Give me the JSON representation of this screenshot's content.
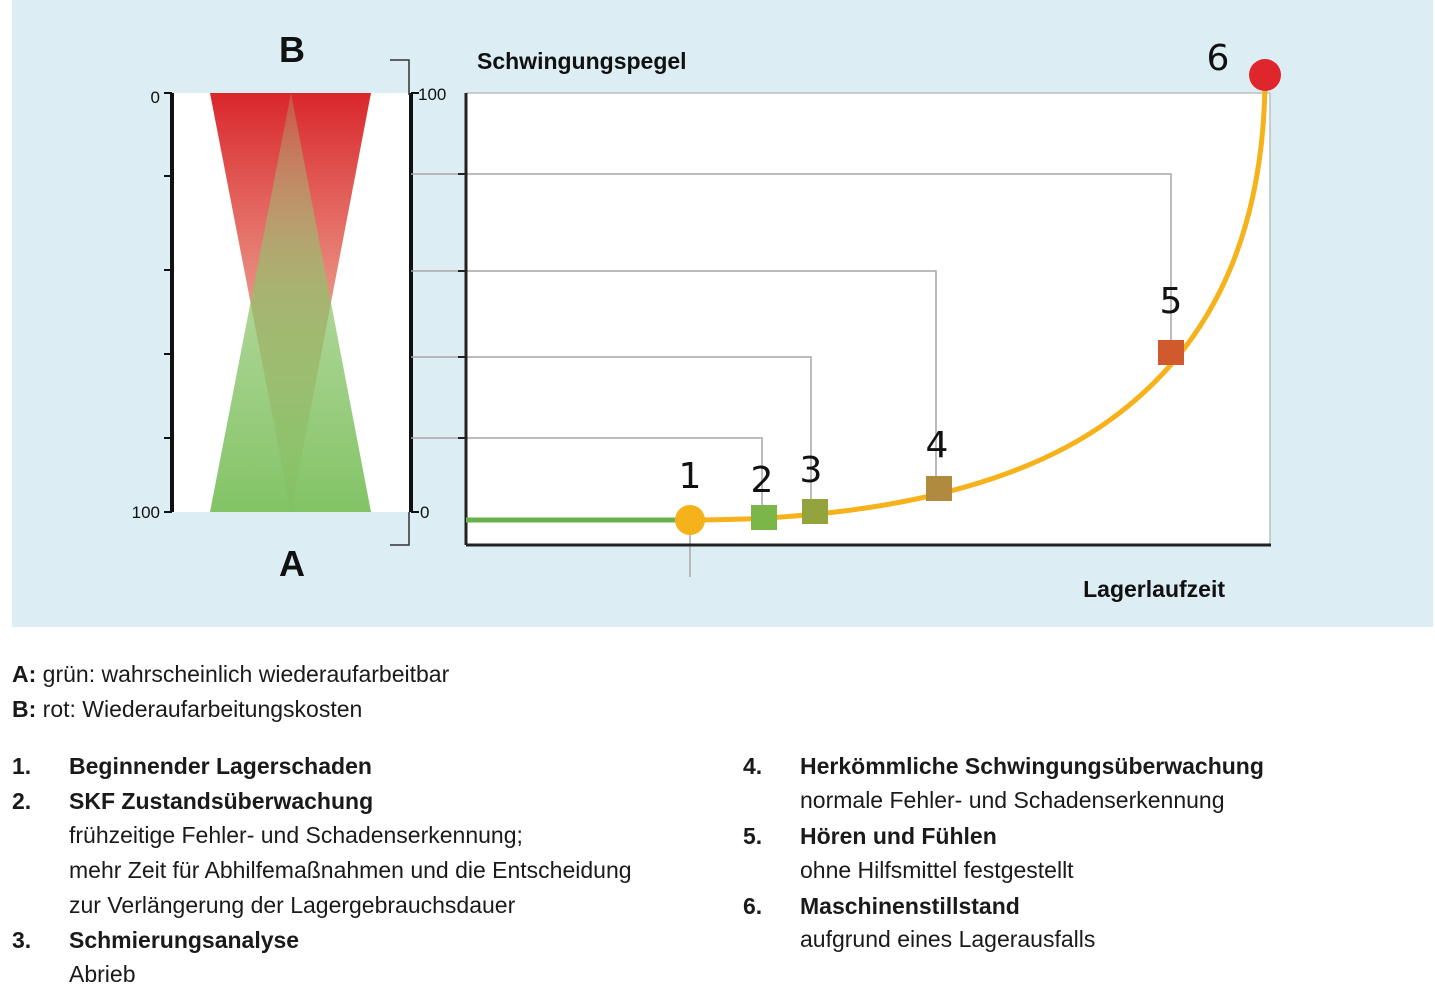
{
  "diagram": {
    "left_bar": {
      "label_top": "B",
      "label_bottom": "A",
      "left_scale": {
        "top": "0",
        "bottom": "100"
      },
      "right_scale": {
        "top": "100",
        "bottom": "0"
      }
    },
    "chart": {
      "y_axis_label": "Schwingungspegel",
      "x_axis_label": "Lagerlaufzeit",
      "points": [
        {
          "label": "1",
          "shape": "circle",
          "color": "#f5b21b"
        },
        {
          "label": "2",
          "shape": "square",
          "color": "#7ab648"
        },
        {
          "label": "3",
          "shape": "square",
          "color": "#93a33e"
        },
        {
          "label": "4",
          "shape": "square",
          "color": "#b08a3e"
        },
        {
          "label": "5",
          "shape": "square",
          "color": "#d05a2e"
        },
        {
          "label": "6",
          "shape": "circle",
          "color": "#e0262d"
        }
      ],
      "colors": {
        "baseline": "#6ab04c",
        "curve": "#f5b21b",
        "grey_lines": "#9a9a9a",
        "axis": "#222222"
      }
    }
  },
  "legend": {
    "a_key": "A:",
    "a_text": " grün: wahrscheinlich wiederaufarbeitbar",
    "b_key": "B:",
    "b_text": " rot: Wiederaufarbeitungskosten"
  },
  "list": [
    {
      "num": "1.",
      "title": "Beginnender Lagerschaden",
      "desc": []
    },
    {
      "num": "2.",
      "title": "SKF Zustandsüberwachung",
      "desc": [
        "frühzeitige Fehler- und Schadenserkennung;",
        "mehr Zeit für Abhilfemaßnahmen und die Entscheidung",
        "zur Verlängerung der Lagergebrauchsdauer"
      ]
    },
    {
      "num": "3.",
      "title": "Schmierungsanalyse",
      "desc": [
        "Abrieb"
      ]
    },
    {
      "num": "4.",
      "title": "Herkömmliche Schwingungsüberwachung",
      "desc": [
        "normale Fehler- und Schadenserkennung"
      ]
    },
    {
      "num": "5.",
      "title": "Hören und Fühlen",
      "desc": [
        "ohne Hilfsmittel festgestellt"
      ]
    },
    {
      "num": "6.",
      "title": "Maschinenstillstand",
      "desc": [
        "aufgrund eines Lagerausfalls"
      ]
    }
  ]
}
